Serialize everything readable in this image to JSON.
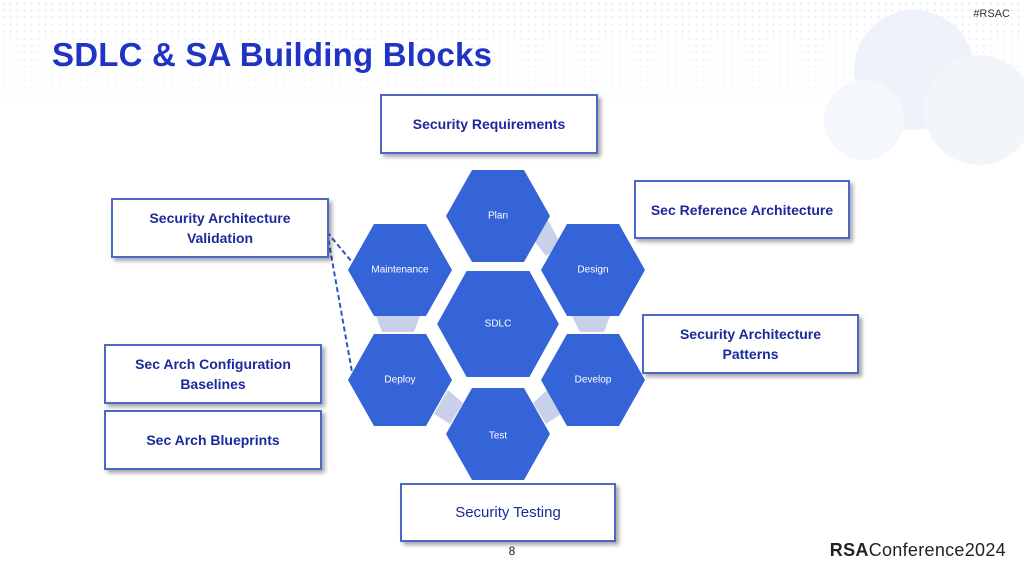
{
  "header": {
    "hashtag": "#RSAC",
    "title": "SDLC & SA Building Blocks"
  },
  "boxes": {
    "security_requirements": "Security Requirements",
    "sec_reference_architecture": "Sec Reference Architecture",
    "security_architecture_validation": "Security Architecture Validation",
    "security_architecture_patterns": "Security Architecture Patterns",
    "sec_arch_configuration_baselines": "Sec Arch Configuration Baselines",
    "sec_arch_blueprints": "Sec Arch Blueprints",
    "security_testing": "Security Testing"
  },
  "hexagons": {
    "center": "SDLC",
    "plan": "Plan",
    "design": "Design",
    "develop": "Develop",
    "test": "Test",
    "deploy": "Deploy",
    "maintenance": "Maintenance"
  },
  "colors": {
    "hex_fill": "#3564d8",
    "connector_fill": "#c9d0ea",
    "title": "#1f34c4",
    "box_border": "#4a68c8",
    "dashed_line": "#3056c0"
  },
  "footer": {
    "page_number": "8",
    "logo_prefix": "RSA",
    "logo_text": "Conference",
    "logo_year": "2024"
  }
}
